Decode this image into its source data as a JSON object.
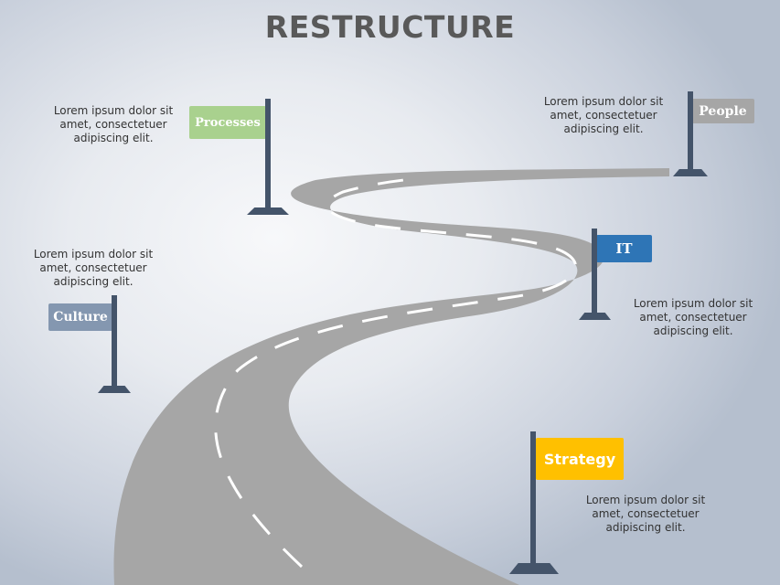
{
  "title": "RESTRUCTURE",
  "colors": {
    "road": "#a6a6a6",
    "pole": "#44546a",
    "title": "#595959",
    "strategy": "#ffc000",
    "it": "#2e75b6",
    "culture": "#8497b0",
    "processes": "#a9d18e",
    "people": "#a6a6a6"
  },
  "milestones": [
    {
      "label": "Strategy",
      "color": "#ffc000",
      "description": "Lorem ipsum dolor sit amet, consectetuer adipiscing elit."
    },
    {
      "label": "Culture",
      "color": "#8497b0",
      "description": "Lorem ipsum dolor sit amet, consectetuer adipiscing elit."
    },
    {
      "label": "IT",
      "color": "#2e75b6",
      "description": "Lorem ipsum dolor sit amet, consectetuer adipiscing elit."
    },
    {
      "label": "Processes",
      "color": "#a9d18e",
      "description": "Lorem ipsum dolor sit amet, consectetuer adipiscing elit."
    },
    {
      "label": "People",
      "color": "#a6a6a6",
      "description": "Lorem ipsum dolor sit amet, consectetuer adipiscing elit."
    }
  ],
  "descriptions": {
    "line1": "Lorem ipsum dolor sit",
    "line2": "amet, consectetuer",
    "line3": "adipiscing elit."
  }
}
